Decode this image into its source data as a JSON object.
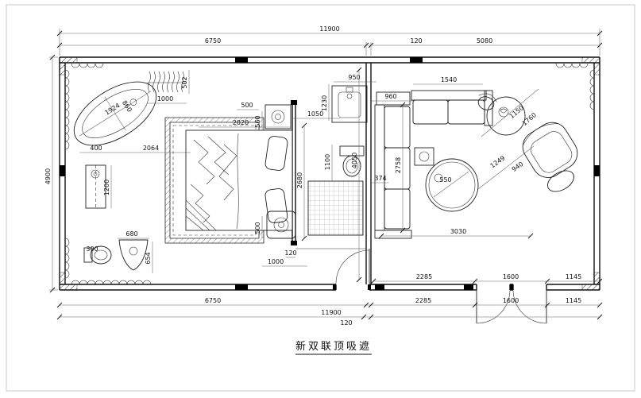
{
  "title": "新双联顶吸遮",
  "colors": {
    "line": "#111111",
    "background": "#ffffff"
  },
  "dims": [
    "11900",
    "6750",
    "120",
    "5080",
    "4900",
    "1924",
    "860",
    "400",
    "2064",
    "1000",
    "502",
    "1200",
    "680",
    "654",
    "300",
    "500",
    "560",
    "2020",
    "1050",
    "1230",
    "950",
    "960",
    "1540",
    "1150",
    "1760",
    "1100",
    "4050",
    "2758",
    "2680",
    "374",
    "550",
    "1249",
    "940",
    "3030",
    "500",
    "120",
    "1000",
    "2285",
    "1600",
    "1145",
    "6750",
    "2285",
    "1600",
    "1145",
    "11900",
    "120"
  ]
}
